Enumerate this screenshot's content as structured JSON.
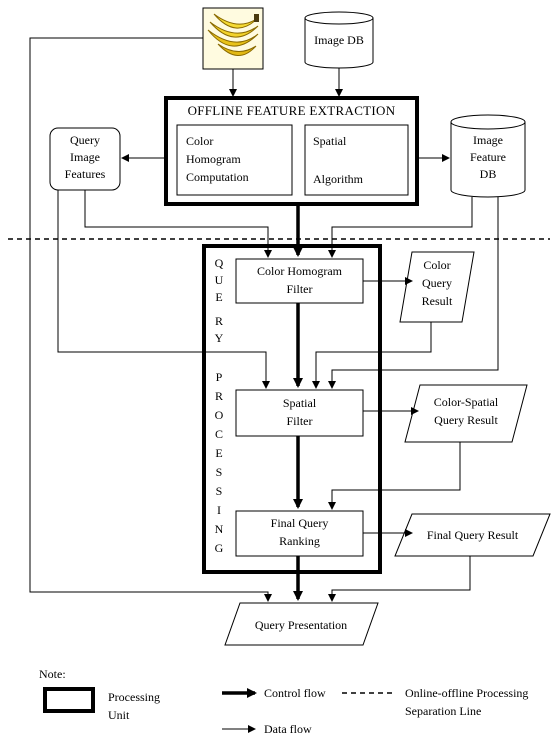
{
  "nodes": {
    "image_db": "Image DB",
    "offline_title": "OFFLINE FEATURE EXTRACTION",
    "color_homogram_lines": [
      "Color",
      "Homogram",
      "Computation"
    ],
    "spatial_algorithm_lines": [
      "Spatial",
      "Algorithm"
    ],
    "query_image_features_lines": [
      "Query",
      "Image",
      "Features"
    ],
    "image_feature_db_lines": [
      "Image",
      "Feature",
      "DB"
    ],
    "color_homogram_filter_lines": [
      "Color Homogram",
      "Filter"
    ],
    "color_query_result_lines": [
      "Color",
      "Query",
      "Result"
    ],
    "spatial_filter_lines": [
      "Spatial",
      "Filter"
    ],
    "color_spatial_result_lines": [
      "Color-Spatial",
      "Query Result"
    ],
    "final_query_ranking_lines": [
      "Final Query",
      "Ranking"
    ],
    "final_query_result": "Final Query Result",
    "query_presentation": "Query Presentation"
  },
  "vertical_label_letters": [
    "Q",
    "U",
    "E",
    "R",
    "Y",
    "P",
    "R",
    "O",
    "C",
    "E",
    "S",
    "S",
    "I",
    "N",
    "G"
  ],
  "legend": {
    "note": "Note:",
    "processing_unit_lines": [
      "Processing",
      "Unit"
    ],
    "control_flow": "Control flow",
    "data_flow": "Data flow",
    "separation_lines": [
      "Online-offline Processing",
      "Separation Line"
    ]
  },
  "icons": {
    "bananas": "banana-image-icon"
  }
}
